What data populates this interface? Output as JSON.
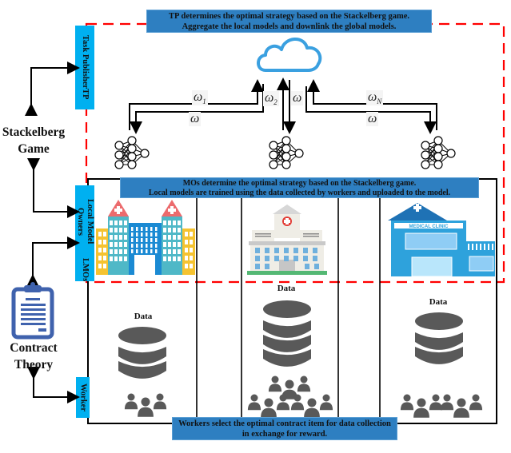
{
  "banners": {
    "tp": {
      "line1": "TP determines the optimal strategy based on the Stackelberg game.",
      "line2": "Aggregate the local models and downlink the global models."
    },
    "mo": {
      "line1": "MOs determine the optimal strategy based on the Stackelberg game.",
      "line2": "Local models are trained using the data collected by workers and uploaded to the model."
    },
    "worker": {
      "line1": "Workers select the optimal contract item for data collection",
      "line2": "in exchange for reward."
    }
  },
  "side_labels": {
    "tp": {
      "line1": "Task Publisher",
      "line2": "TP"
    },
    "lmo": {
      "line1": "Local Model Owners",
      "line2": "LMOs"
    },
    "worker": {
      "line1": "Worker"
    }
  },
  "concepts": {
    "stackelberg": {
      "line1": "Stackelberg",
      "line2": "Game"
    },
    "contract": {
      "line1": "Contract",
      "line2": "Theory"
    }
  },
  "model_labels": {
    "uplink_1": {
      "base": "ω",
      "sub": "1"
    },
    "downlink_1": {
      "base": "ω"
    },
    "uplink_2": {
      "base": "ω",
      "sub": "2"
    },
    "downlink_2": {
      "base": "ω"
    },
    "uplink_n": {
      "base": "ω",
      "sub": "N"
    },
    "downlink_n": {
      "base": "ω"
    }
  },
  "columns": [
    {
      "building": "hospital-complex-icon",
      "data_label": "Data",
      "db_layers": 2,
      "worker_groups": 1
    },
    {
      "building": "hospital-icon",
      "data_label": "Data",
      "db_layers": 3,
      "worker_groups": 3
    },
    {
      "building": "medical-clinic-icon",
      "sign": "MEDICAL CLINIC",
      "data_label": "Data",
      "db_layers": 2,
      "worker_groups": 2
    }
  ],
  "colors": {
    "banner": "#2e7fc1",
    "side_label": "#00b0f0",
    "dashed_border": "#ff0000",
    "cloud": "#3aa0e0",
    "icon_gray": "#595959",
    "clipboard": "#3f62ad"
  }
}
